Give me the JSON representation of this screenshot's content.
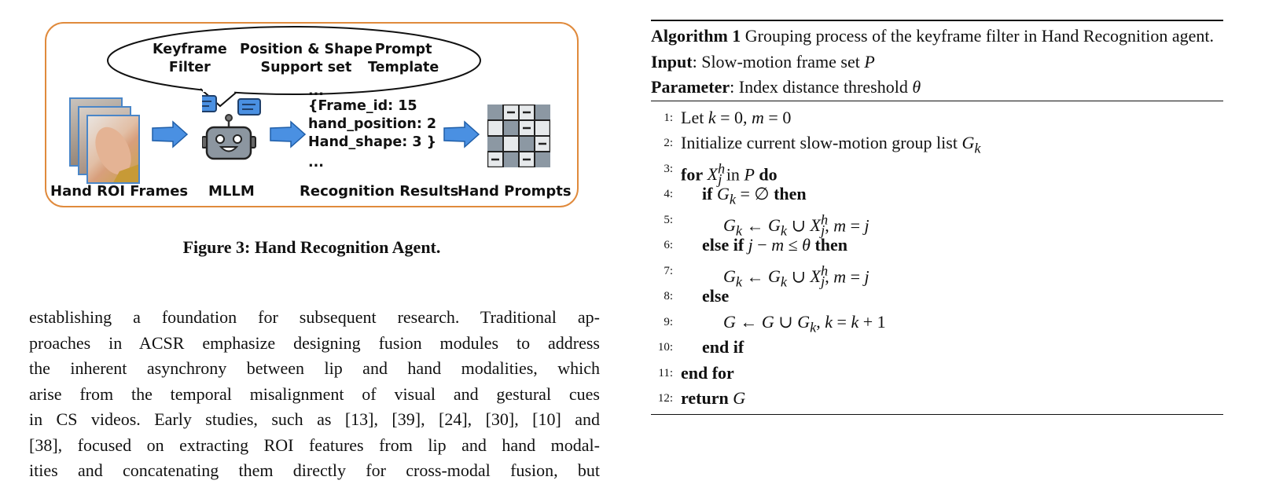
{
  "figure": {
    "bubble_items": [
      {
        "label": "Keyframe\nFilter"
      },
      {
        "label": "Position & Shape\nSupport set"
      },
      {
        "label": "Prompt\nTemplate"
      }
    ],
    "result_lines": [
      "...",
      "{Frame_id: 15",
      "hand_position: 2",
      "Hand_shape: 3 }",
      "..."
    ],
    "labels": {
      "frames": "Hand ROI Frames",
      "mllm": "MLLM",
      "results": "Recognition Results",
      "prompts": "Hand Prompts"
    },
    "colors": {
      "border": "#e08a3c",
      "arrow": "#4a90e2",
      "grid_dark": "#8c98a3",
      "grid_light": "#e6e9eb"
    },
    "caption": "Figure 3: Hand Recognition Agent."
  },
  "body": {
    "lines": [
      "establishing a foundation for subsequent research. Traditional ap-",
      "proaches in ACSR emphasize designing fusion modules to address",
      "the inherent asynchrony between lip and hand modalities, which",
      "arise from the temporal misalignment of visual and gestural cues",
      "in CS videos. Early studies, such as [13], [39], [24], [30], [10] and",
      "[38], focused on extracting ROI features from lip and hand modal-",
      "ities and concatenating them directly for cross-modal fusion, but"
    ]
  },
  "algorithm": {
    "label": "Algorithm 1",
    "title": "Grouping process of the keyframe filter in Hand Recognition agent.",
    "input_label": "Input",
    "input_text": ": Slow-motion frame set ",
    "input_var": "P",
    "param_label": "Parameter",
    "param_text": ": Index distance threshold ",
    "param_var": "θ",
    "line_numbers": [
      "1:",
      "2:",
      "3:",
      "4:",
      "5:",
      "6:",
      "7:",
      "8:",
      "9:",
      "10:",
      "11:",
      "12:"
    ],
    "line2_text": "Initialize current slow-motion group list ",
    "kw": {
      "let": "Let",
      "for": "for",
      "in": "in",
      "do": "do",
      "if": "if",
      "then": "then",
      "else_if": "else if",
      "else": "else",
      "end_if": "end if",
      "end_for": "end for",
      "return": "return"
    }
  }
}
